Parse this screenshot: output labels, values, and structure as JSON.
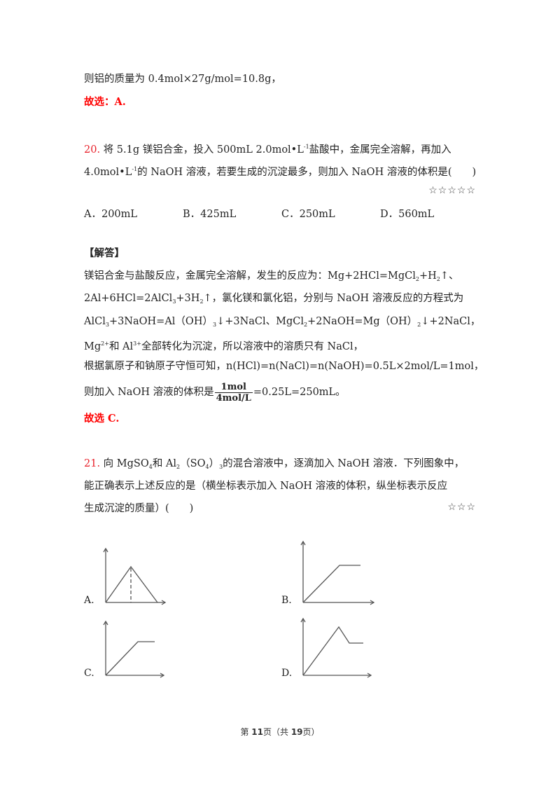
{
  "prev_solution": {
    "mass_line": "则铝的质量为 0.4mol×27g/mol=10.8g，",
    "answer": "故选：A."
  },
  "q20": {
    "number": "20.",
    "line1_a": " 将 5.1g 镁铝合金，投入 500mL 2.0mol•L",
    "line1_sup": "-1",
    "line1_b": "盐酸中，金属完全溶解，再加入",
    "line2_a": "4.0mol•L",
    "line2_sup": "-1",
    "line2_b": "的 NaOH 溶液，若要生成的沉淀最多，则加入 NaOH 溶液的体积是(　　)",
    "difficulty_stars": "☆☆☆☆☆",
    "options": [
      {
        "label": "A．200mL"
      },
      {
        "label": "B．425mL"
      },
      {
        "label": "C．250mL"
      },
      {
        "label": "D．560mL"
      }
    ],
    "solution_header": "【解答】",
    "sol1_a": "镁铝合金与盐酸反应，金属完全溶解，发生的反应为：Mg+2HCl=MgCl",
    "sol1_sub1": "2",
    "sol1_b": "+H",
    "sol1_sub2": "2",
    "sol1_c": "↑、",
    "sol2_a": "2Al+6HCl=2AlCl",
    "sol2_sub1": "3",
    "sol2_b": "+3H",
    "sol2_sub2": "2",
    "sol2_c": "↑，氯化镁和氯化铝，分别与 NaOH 溶液反应的方程式为",
    "sol3_a": "AlCl",
    "sol3_sub1": "3",
    "sol3_b": "+3NaOH=Al（OH）",
    "sol3_sub2": "3",
    "sol3_c": "↓+3NaCl、MgCl",
    "sol3_sub3": "2",
    "sol3_d": "+2NaOH=Mg（OH）",
    "sol3_sub4": "2",
    "sol3_e": "↓+2NaCl，",
    "sol4_a": "Mg",
    "sol4_sup1": "2+",
    "sol4_b": "和 Al",
    "sol4_sup2": "3+",
    "sol4_c": "全部转化为沉淀，所以溶液中的溶质只有 NaCl，",
    "sol5": "根据氯原子和钠原子守恒可知，n(HCl)=n(NaCl)=n(NaOH)=0.5L×2mol/L=1mol，",
    "sol6_a": "则加入 NaOH 溶液的体积是",
    "sol6_num": "1mol",
    "sol6_den": "4mol/L",
    "sol6_b": "=0.25L=250mL。",
    "answer": "故选 C."
  },
  "q21": {
    "number": "21.",
    "line1_a": " 向 MgSO",
    "line1_sub1": "4",
    "line1_b": "和 Al",
    "line1_sub2": "2",
    "line1_c": "（SO",
    "line1_sub3": "4",
    "line1_d": "）",
    "line1_sub4": "3",
    "line1_e": "的混合溶液中，逐滴加入 NaOH 溶液．下列图象中，",
    "line2": "能正确表示上述反应的是（横坐标表示加入 NaOH 溶液的体积，纵坐标表示反应",
    "line3": "生成沉淀的质量）(　　)",
    "difficulty_stars": "☆☆☆",
    "graph_options": [
      {
        "label": "A."
      },
      {
        "label": "B."
      },
      {
        "label": "C."
      },
      {
        "label": "D."
      }
    ]
  },
  "footer": {
    "prefix": "第 ",
    "page": "11",
    "middle": "页（共 ",
    "total": "19",
    "suffix": "页）"
  },
  "colors": {
    "answer_red": "#ff0000",
    "question_number_red": "#e8202a",
    "text": "#222222",
    "graph_line": "#555555"
  }
}
